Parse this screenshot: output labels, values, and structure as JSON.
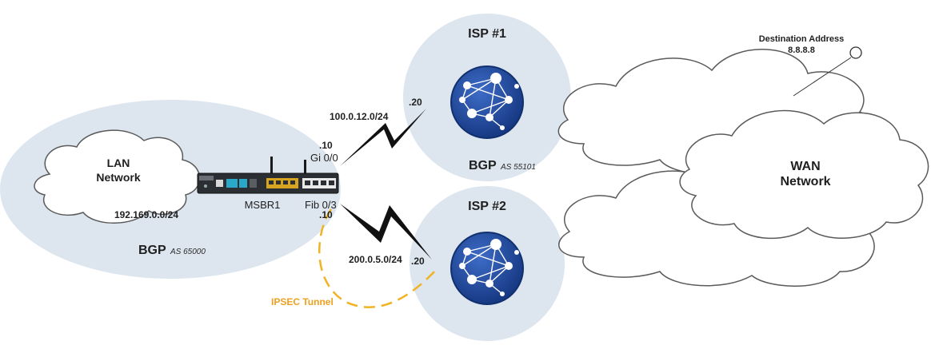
{
  "lan": {
    "name_line1": "LAN",
    "name_line2": "Network",
    "subnet": "192.169.0.0/24",
    "bgp_label": "BGP",
    "bgp_as": "AS 65000"
  },
  "device": {
    "name": "MSBR1",
    "port_gi": "Gi 0/0",
    "port_gi_ip": ".10",
    "port_fib": "Fib 0/3",
    "port_fib_ip": ".10"
  },
  "isp1": {
    "title": "ISP #1",
    "link_subnet": "100.0.12.0/24",
    "link_ip": ".20",
    "bgp_label": "BGP",
    "bgp_as": "AS 55101"
  },
  "isp2": {
    "title": "ISP #2",
    "link_subnet": "200.0.5.0/24",
    "link_ip": ".20"
  },
  "tunnel": {
    "label": "IPSEC Tunnel"
  },
  "wan": {
    "name_line1": "WAN",
    "name_line2": "Network",
    "dest_label": "Destination Address",
    "dest_ip": "8.8.8.8"
  },
  "colors": {
    "zone_fill": "#dde6ef",
    "globe_dark": "#1b3f8f",
    "tunnel": "#f0b323",
    "tunnel_label": "#f0a020",
    "lightning": "#111111"
  }
}
